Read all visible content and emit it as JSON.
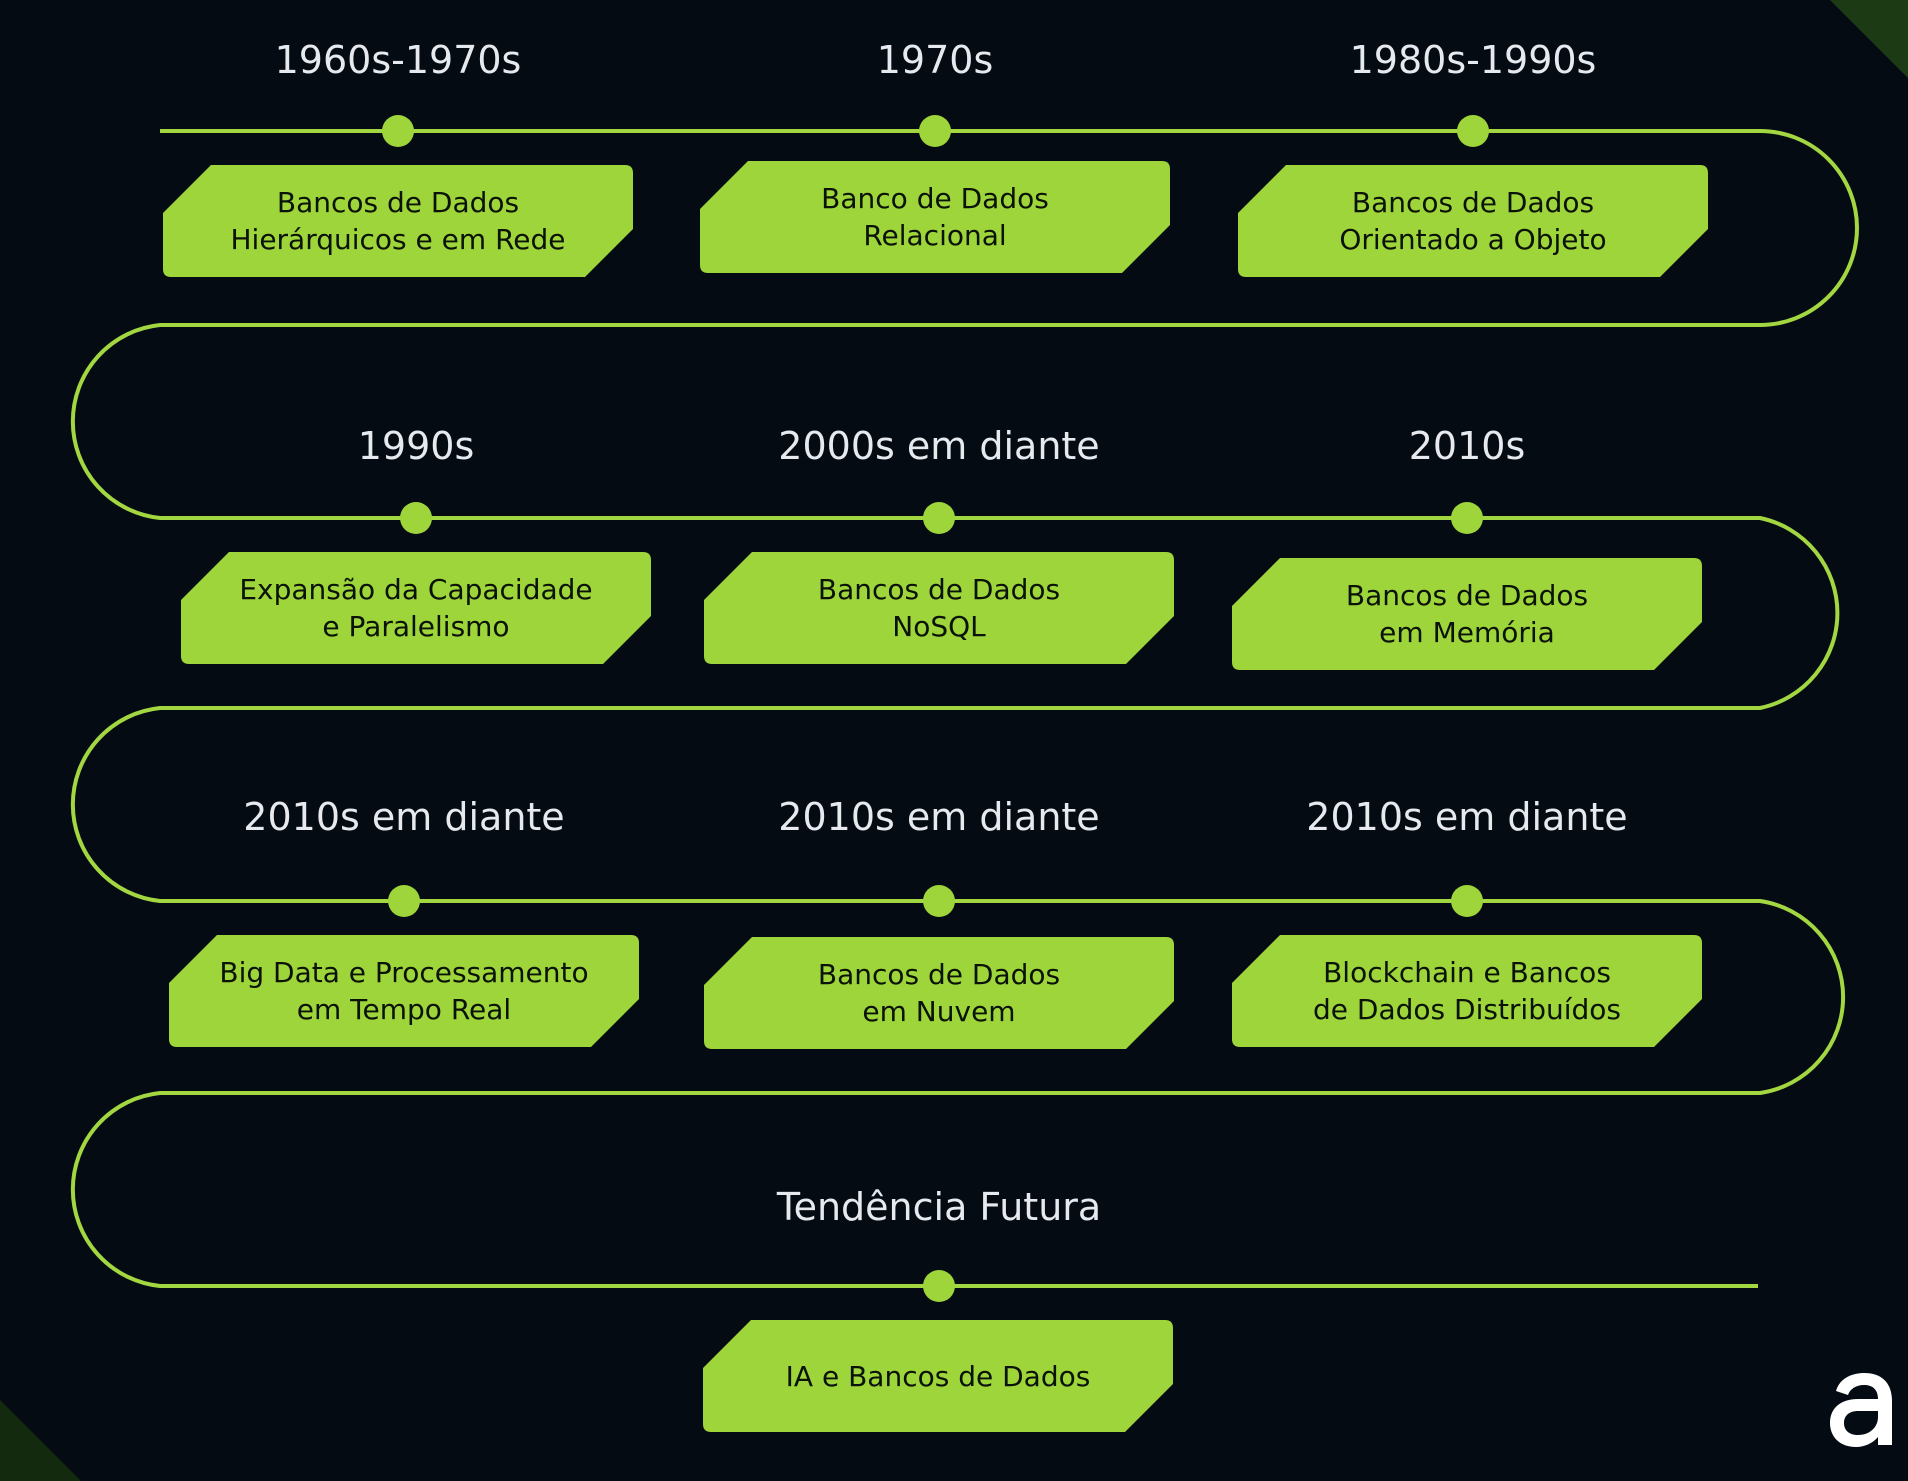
{
  "colors": {
    "background": "#050b12",
    "accent": "#9dd53a",
    "line": "#a3d742",
    "heading": "#e6e9ee",
    "card_text": "#0b1208"
  },
  "rows": [
    {
      "items": [
        {
          "year": "1960s-1970s",
          "lines": [
            "Bancos de Dados",
            "Hierárquicos e em Rede"
          ]
        },
        {
          "year": "1970s",
          "lines": [
            "Banco de Dados",
            "Relacional"
          ]
        },
        {
          "year": "1980s-1990s",
          "lines": [
            "Bancos de Dados",
            "Orientado a Objeto"
          ]
        }
      ]
    },
    {
      "items": [
        {
          "year": "1990s",
          "lines": [
            "Expansão da Capacidade",
            "e Paralelismo"
          ]
        },
        {
          "year": "2000s em diante",
          "lines": [
            "Bancos de Dados",
            "NoSQL"
          ]
        },
        {
          "year": "2010s",
          "lines": [
            "Bancos de Dados",
            "em Memória"
          ]
        }
      ]
    },
    {
      "items": [
        {
          "year": "2010s em diante",
          "lines": [
            "Big Data e Processamento",
            "em Tempo Real"
          ]
        },
        {
          "year": "2010s em diante",
          "lines": [
            "Bancos de Dados",
            "em Nuvem"
          ]
        },
        {
          "year": "2010s em diante",
          "lines": [
            "Blockchain e Bancos",
            "de Dados Distribuídos"
          ]
        }
      ]
    },
    {
      "items": [
        {
          "year": "Tendência Futura",
          "lines": [
            "IA e Bancos de Dados"
          ]
        }
      ]
    }
  ],
  "logo": {
    "icon": "letter-a-logo-icon"
  }
}
